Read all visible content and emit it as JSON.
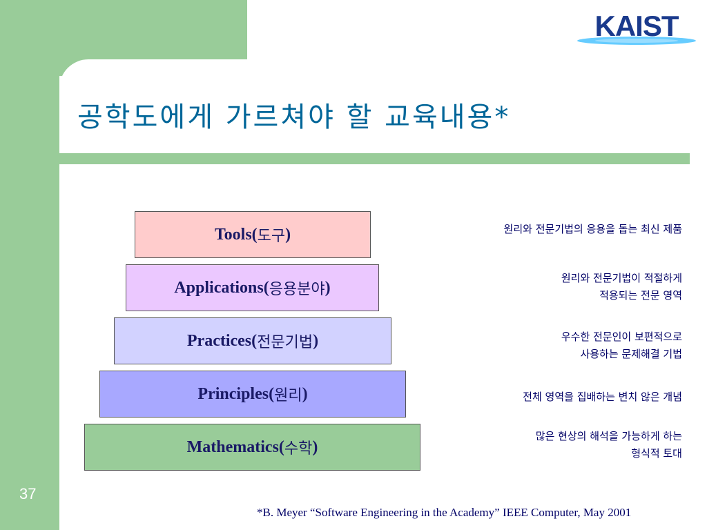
{
  "slide": {
    "title": "공학도에게 가르쳐야 할 교육내용*",
    "page_number": "37",
    "citation": "*B. Meyer “Software Engineering in the Academy” IEEE Computer, May 2001",
    "logo_text": "KAIST"
  },
  "colors": {
    "frame_green": "#99cc99",
    "title_blue": "#006699",
    "tools_fill": "#ffcccc",
    "applications_fill": "#ebc8ff",
    "practices_fill": "#d2d2ff",
    "principles_fill": "#a8a8ff",
    "mathematics_fill": "#99cc99"
  },
  "tiers": [
    {
      "en": "Tools(",
      "ko": "도구",
      "close": ")",
      "desc": [
        "원리와 전문기법의 응용을 돕는 최신 제품"
      ]
    },
    {
      "en": "Applications(",
      "ko": "응용분야",
      "close": ")",
      "desc": [
        "원리와 전문기법이 적절하게",
        "적용되는 전문 영역"
      ]
    },
    {
      "en": "Practices(",
      "ko": "전문기법",
      "close": ")",
      "desc": [
        "우수한 전문인이 보편적으로",
        "사용하는 문제해결 기법"
      ]
    },
    {
      "en": "Principles(",
      "ko": "원리",
      "close": ")",
      "desc": [
        "전체 영역을 집배하는 변치 않은 개념"
      ]
    },
    {
      "en": "Mathematics(",
      "ko": "수학",
      "close": ")",
      "desc": [
        "많은 현상의 해석을 가능하게 하는",
        "형식적 토대"
      ]
    }
  ]
}
